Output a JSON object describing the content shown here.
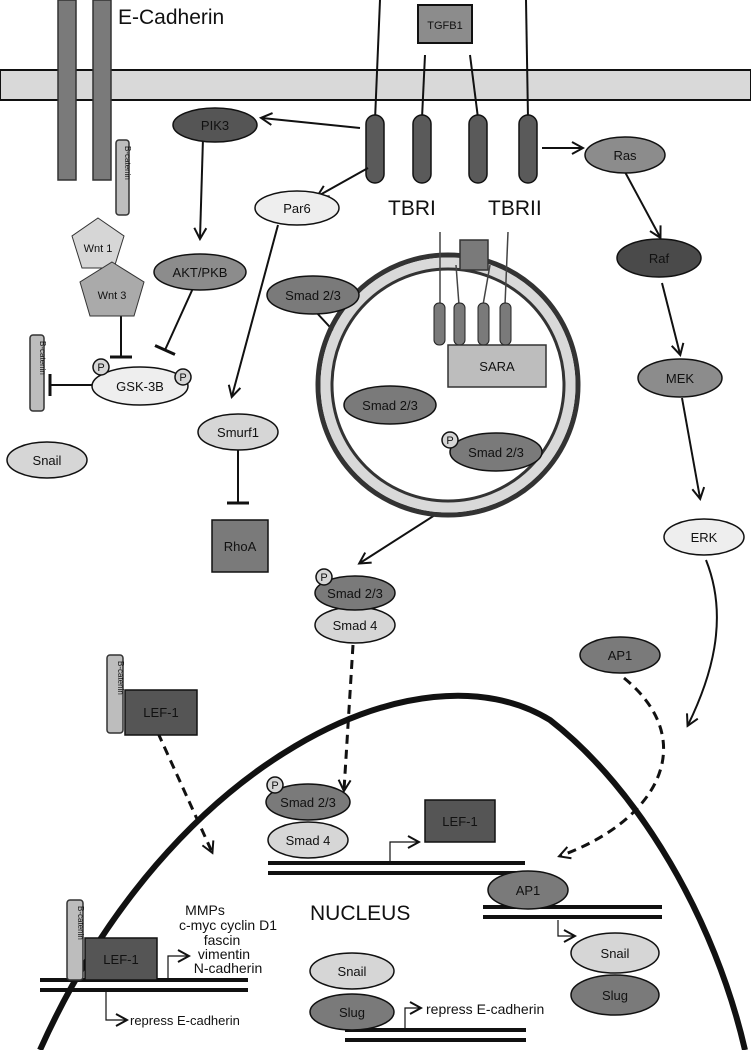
{
  "labels": {
    "e_cadherin": "E-Cadherin",
    "tgfb1": "TGFB1",
    "tbri": "TBRI",
    "tbrii": "TBRII",
    "b_catenin": "B-catenin",
    "pik3": "PIK3",
    "par6": "Par6",
    "ras": "Ras",
    "raf": "Raf",
    "mek": "MEK",
    "erk": "ERK",
    "ap1": "AP1",
    "akt_pkb": "AKT/PKB",
    "wnt1": "Wnt 1",
    "wnt3": "Wnt 3",
    "gsk3b": "GSK-3B",
    "p": "P",
    "snail": "Snail",
    "slug": "Slug",
    "smurf1": "Smurf1",
    "rhoa": "RhoA",
    "smad23": "Smad 2/3",
    "smad4": "Smad 4",
    "sara": "SARA",
    "lef1": "LEF-1",
    "nucleus": "NUCLEUS",
    "mmps": "MMPs",
    "cmyc_cyclin": "c-myc  cyclin D1",
    "fascin": "fascin",
    "vimentin": "vimentin",
    "n_cadherin": "N-cadherin",
    "repress_ecad": "repress E-cadherin"
  },
  "colors": {
    "membrane": "#d9d9d9",
    "dark": "#555555",
    "mid": "#8c8c8c",
    "light": "#d6d6d6",
    "pale": "#eeeeee",
    "line": "#111111"
  }
}
